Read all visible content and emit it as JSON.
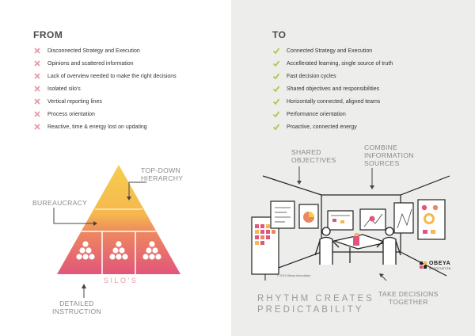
{
  "from": {
    "heading": "FROM",
    "items": [
      "Disconnected Strategy and Execution",
      "Opinions and scattered information",
      "Lack of overview needed to make the right decisions",
      "Isolated silo's",
      "Vertical reporting lines",
      "Process orientation",
      "Reactive, time & energy lost on updating"
    ]
  },
  "to": {
    "heading": "TO",
    "items": [
      "Connected Strategy and Execution",
      "Accellerated learning, single source of truth",
      "Fast decision cycles",
      "Shared objectives and responsibilities",
      "Horizontally connected, aligned teams",
      "Performance orientation",
      "Proactive, connected energy"
    ]
  },
  "pyramid": {
    "top_label": [
      "TOP-DOWN",
      "HIERARCHY"
    ],
    "left_label": "BUREAUCRACY",
    "base_label": "SILO'S",
    "bottom_label": [
      "DETAILED",
      "INSTRUCTION"
    ]
  },
  "room": {
    "label_shared": [
      "SHARED",
      "OBJECTIVES"
    ],
    "label_combine": [
      "COMBINE",
      "INFORMATION",
      "SOURCES"
    ],
    "label_decisions": [
      "TAKE DECISIONS",
      "TOGETHER"
    ],
    "tagline": [
      "RHYTHM CREATES",
      "PREDICTABILITY"
    ],
    "logo_text": "OBEYA",
    "logo_sub": "ASSOCIATION",
    "copyright": "© 2019 Obeya Association"
  },
  "colors": {
    "cross": "#e89aa3",
    "check": "#a9c94a",
    "pyramid_top": "#f7cd4f",
    "pyramid_bottom": "#e1567a"
  }
}
